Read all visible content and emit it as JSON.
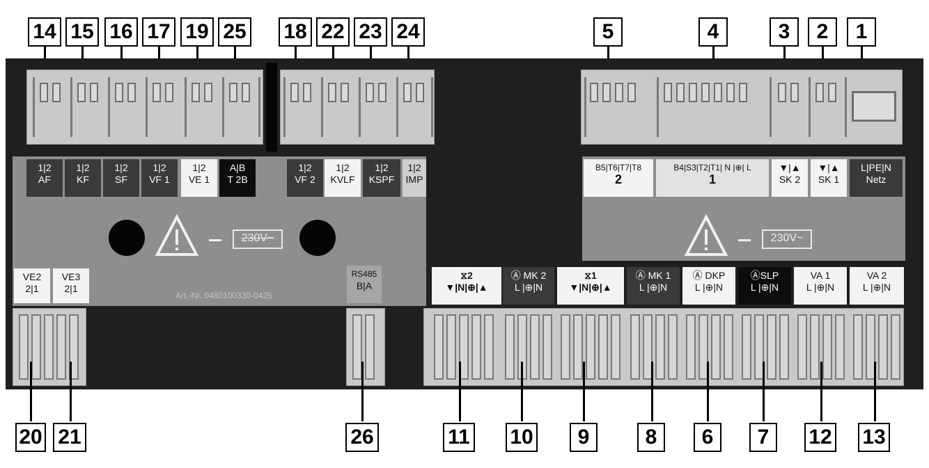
{
  "callouts_top": [
    "14",
    "15",
    "16",
    "17",
    "19",
    "25",
    "18",
    "22",
    "23",
    "24",
    "5",
    "4",
    "3",
    "2",
    "1"
  ],
  "callouts_bottom": [
    "20",
    "21",
    "26",
    "11",
    "10",
    "9",
    "8",
    "6",
    "7",
    "12",
    "13"
  ],
  "top_labels_left": [
    {
      "top": "1|2",
      "bottom": "AF"
    },
    {
      "top": "1|2",
      "bottom": "KF"
    },
    {
      "top": "1|2",
      "bottom": "SF"
    },
    {
      "top": "1|2",
      "bottom": "VF 1"
    },
    {
      "top": "1|2",
      "bottom": "VE 1"
    },
    {
      "top": "A|B",
      "bottom": "T 2B"
    },
    {
      "top": "1|2",
      "bottom": "VF 2"
    },
    {
      "top": "1|2",
      "bottom": "KVLF"
    },
    {
      "top": "1|2",
      "bottom": "KSPF"
    },
    {
      "top": "1|2",
      "bottom": "IMP"
    }
  ],
  "top_labels_right": [
    {
      "top": "B5|T6|T7|T8",
      "bottom": "2"
    },
    {
      "top": "B4|S3|T2|T1| N |⊕| L",
      "bottom": "1"
    },
    {
      "top": "▼|▲",
      "bottom": "SK 2"
    },
    {
      "top": "▼|▲",
      "bottom": "SK 1"
    },
    {
      "top": "L|PE|N",
      "bottom": "Netz"
    }
  ],
  "left_bottom_labels": [
    {
      "top": "VE2",
      "bottom": "2|1"
    },
    {
      "top": "VE3",
      "bottom": "2|1"
    }
  ],
  "rs485": {
    "top": "RS485",
    "bottom": "B|A"
  },
  "bottom_labels_right": [
    {
      "top": "⧖2",
      "bottom": "▼|N|⊕|▲"
    },
    {
      "top": "Ⓐ MK 2",
      "bottom": "L |⊕|N"
    },
    {
      "top": "⧖1",
      "bottom": "▼|N|⊕|▲"
    },
    {
      "top": "Ⓐ MK 1",
      "bottom": "L |⊕|N"
    },
    {
      "top": "Ⓐ DKP",
      "bottom": "L |⊕|N"
    },
    {
      "top": "ⒶSLP",
      "bottom": "L |⊕|N"
    },
    {
      "top": "VA 1",
      "bottom": "L |⊕|N"
    },
    {
      "top": "VA 2",
      "bottom": "L |⊕|N"
    }
  ],
  "voltage_left": "230V~",
  "voltage_right": "230V~",
  "art_nr": "Art.-Nr. 0480100330-0425",
  "colors": {
    "board": "#1f1f1f",
    "plate": "#8e8e8e",
    "strip": "#c9c9c9"
  }
}
